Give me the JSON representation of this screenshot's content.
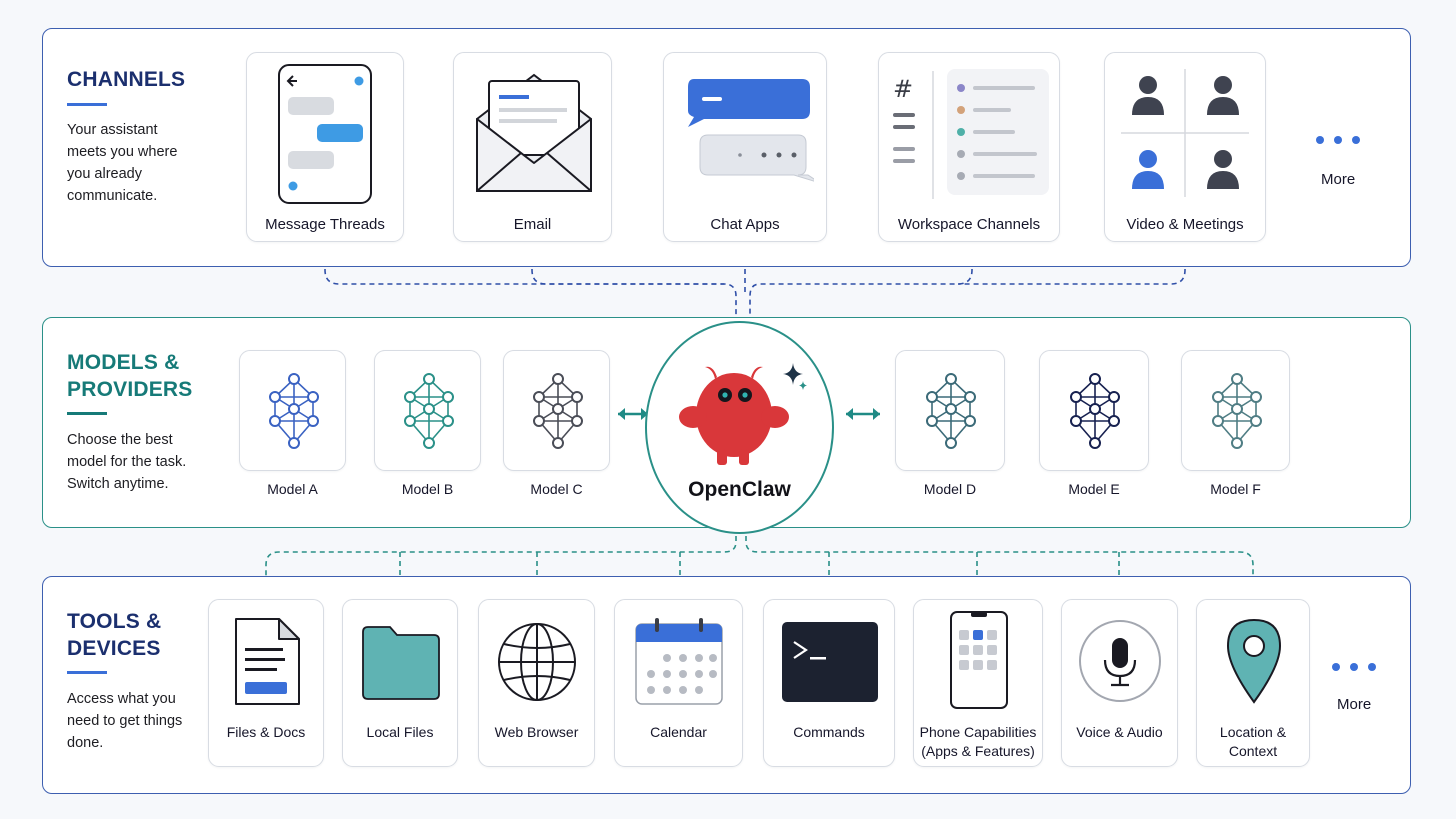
{
  "channels": {
    "title": "CHANNELS",
    "description": "Your assistant meets you where you already communicate.",
    "items": [
      {
        "label": "Message Threads",
        "icon": "phone-chat-icon"
      },
      {
        "label": "Email",
        "icon": "envelope-icon"
      },
      {
        "label": "Chat Apps",
        "icon": "chat-bubbles-icon"
      },
      {
        "label": "Workspace Channels",
        "icon": "hashtag-channels-icon"
      },
      {
        "label": "Video & Meetings",
        "icon": "meeting-grid-icon"
      }
    ],
    "more_label": "More"
  },
  "models": {
    "title_line1": "MODELS &",
    "title_line2": "PROVIDERS",
    "description": "Choose the best model for the task. Switch anytime.",
    "items": [
      {
        "label": "Model A",
        "color": "#3a62c2"
      },
      {
        "label": "Model B",
        "color": "#2a9088"
      },
      {
        "label": "Model C",
        "color": "#4a4d57"
      },
      {
        "label": "Model D",
        "color": "#3b6a78"
      },
      {
        "label": "Model E",
        "color": "#172150"
      },
      {
        "label": "Model F",
        "color": "#4f7d84"
      }
    ]
  },
  "hub": {
    "name": "OpenClaw",
    "mascot_color": "#d9373a"
  },
  "tools": {
    "title_line1": "TOOLS &",
    "title_line2": "DEVICES",
    "description": "Access what you need to get things done.",
    "items": [
      {
        "label": "Files & Docs",
        "icon": "document-icon"
      },
      {
        "label": "Local Files",
        "icon": "folder-icon"
      },
      {
        "label": "Web Browser",
        "icon": "globe-icon"
      },
      {
        "label": "Calendar",
        "icon": "calendar-icon"
      },
      {
        "label": "Commands",
        "icon": "terminal-icon"
      },
      {
        "label_line1": "Phone Capabilities",
        "label_line2": "(Apps & Features)",
        "icon": "smartphone-icon"
      },
      {
        "label": "Voice & Audio",
        "icon": "microphone-icon"
      },
      {
        "label_line1": "Location &",
        "label_line2": "Context",
        "icon": "location-pin-icon"
      }
    ],
    "more_label": "More"
  },
  "colors": {
    "navy": "#1b2f6e",
    "teal": "#167a78",
    "accent_blue": "#3a6fd8",
    "light_blue": "#3e9be4"
  }
}
